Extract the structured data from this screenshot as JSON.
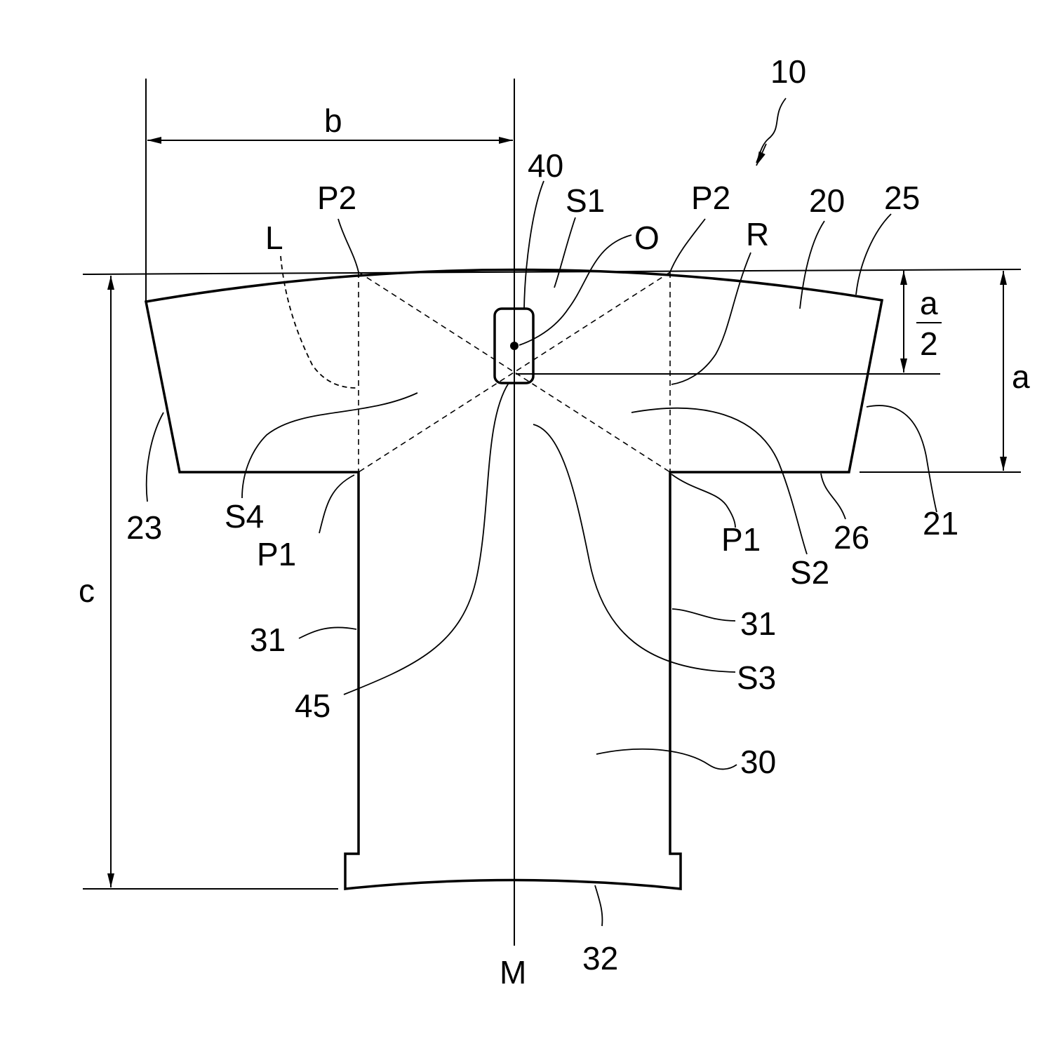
{
  "labels": {
    "ref_10": "10",
    "dim_b": "b",
    "dim_c": "c",
    "dim_a": "a",
    "half_a_num": "a",
    "half_a_den": "2",
    "ref_40": "40",
    "s1": "S1",
    "p2_left": "P2",
    "p2_right": "P2",
    "o": "O",
    "r": "R",
    "l": "L",
    "ref_20": "20",
    "ref_25": "25",
    "ref_21": "21",
    "ref_23": "23",
    "s4": "S4",
    "p1_left": "P1",
    "p1_right": "P1",
    "s2": "S2",
    "ref_26": "26",
    "ref_31_left": "31",
    "ref_31_right": "31",
    "s3": "S3",
    "ref_45": "45",
    "ref_30": "30",
    "ref_32": "32",
    "m": "M"
  }
}
